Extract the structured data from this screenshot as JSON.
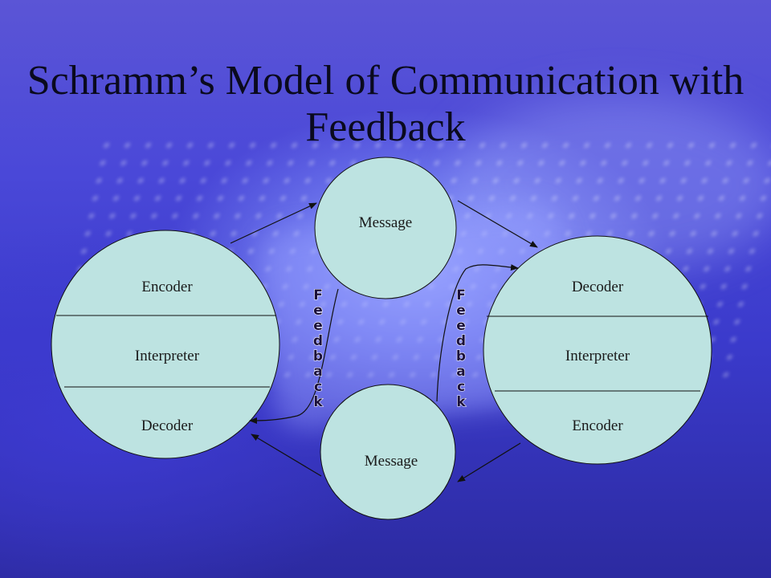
{
  "title": "Schramm’s Model of Communication with Feedback",
  "left_circle": {
    "top": "Encoder",
    "middle": "Interpreter",
    "bottom": "Decoder"
  },
  "right_circle": {
    "top": "Decoder",
    "middle": "Interpreter",
    "bottom": "Encoder"
  },
  "message_top": "Message",
  "message_bottom": "Message",
  "feedback_left": [
    "F",
    "e",
    "e",
    "d",
    "b",
    "a",
    "c",
    "k"
  ],
  "feedback_right": [
    "F",
    "e",
    "e",
    "d",
    "b",
    "a",
    "c",
    "k"
  ],
  "colors": {
    "circle_fill": "#bde3e1",
    "stroke": "#111111",
    "title": "#0a0a1e"
  }
}
